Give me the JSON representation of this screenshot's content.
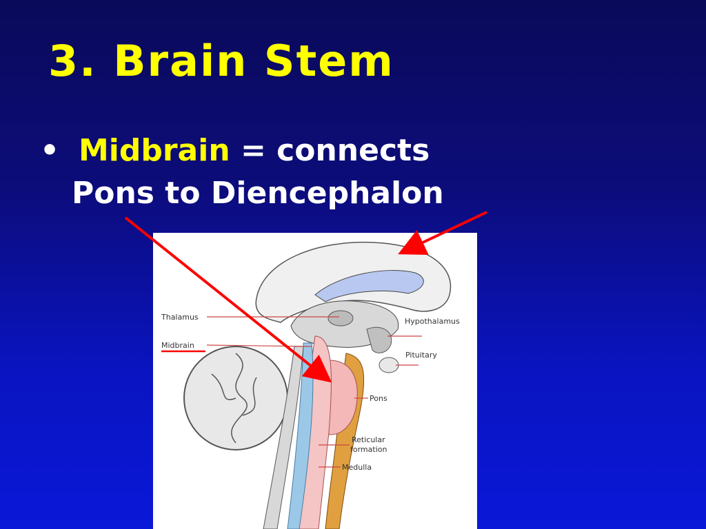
{
  "slide": {
    "title": "3. Brain Stem",
    "bullet": {
      "marker": "•",
      "term": "Midbrain",
      "rest_line1": " = connects",
      "line2": "Pons to Diencephalon"
    }
  },
  "diagram": {
    "labels": {
      "thalamus": "Thalamus",
      "midbrain": "Midbrain",
      "hypothalamus": "Hypothalamus",
      "pituitary": "Pituitary",
      "pons": "Pons",
      "reticular_1": "Reticular",
      "reticular_2": "formation",
      "medulla": "Medulla"
    },
    "colors": {
      "background": "#ffffff",
      "pons_fill": "#f5b8b8",
      "cortex_fill": "#b8c8f0",
      "spinal_blue": "#9cc8e8",
      "orange_band": "#e0a040",
      "arrow": "#ff0000"
    }
  }
}
